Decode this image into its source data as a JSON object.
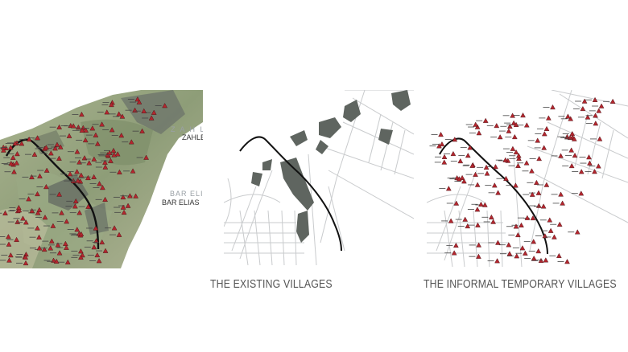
{
  "panels": {
    "satellite": {
      "labels": {
        "zahle_ghost": "Z A H L E",
        "zahle": "ZAHLE",
        "bar_elias_ghost": "BAR ELIAS",
        "bar_elias": "BAR ELIAS"
      }
    },
    "existing": {
      "caption": "THE EXISTING VILLAGES"
    },
    "informal": {
      "caption": "THE INFORMAL TEMPORARY VILLAGES"
    }
  },
  "colors": {
    "settlement_fill": "#5f6560",
    "road_line": "#c9cbcd",
    "highway_line": "#111111",
    "camp_marker": "#b3262e",
    "terrain": "#8fa07a"
  }
}
